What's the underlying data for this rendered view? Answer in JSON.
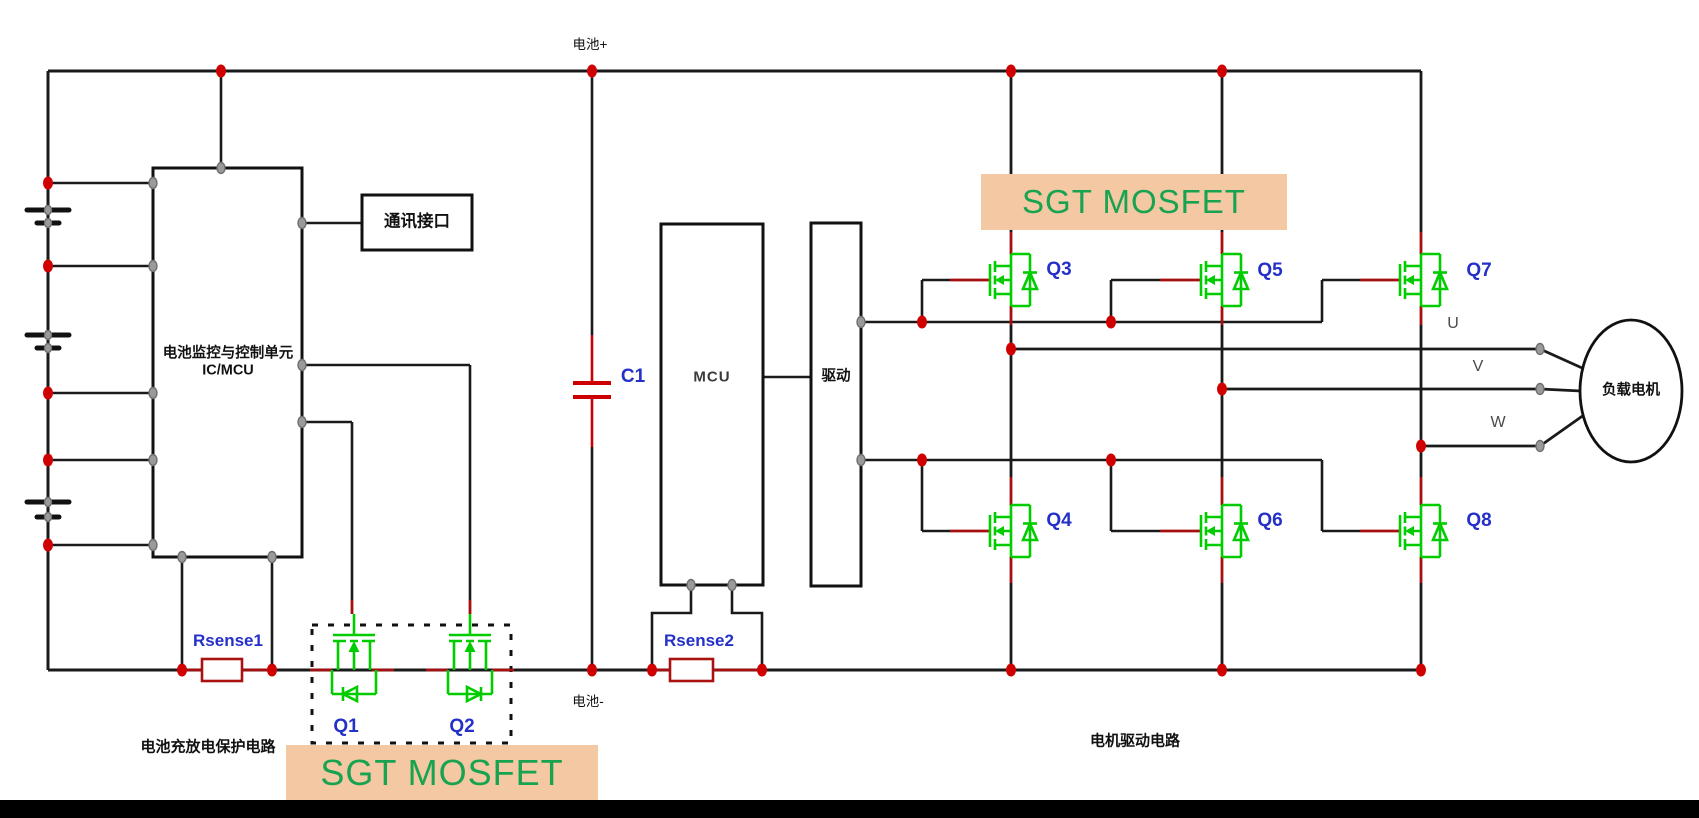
{
  "labels": {
    "battery_plus": "电池+",
    "battery_minus": "电池-",
    "bms_line1": "电池监控与控制单元",
    "bms_line2": "IC/MCU",
    "comm_interface": "通讯接口",
    "rsense1": "Rsense1",
    "rsense2": "Rsense2",
    "c1": "C1",
    "mcu": "MCU",
    "driver": "驱动",
    "motor": "负载电机",
    "phase_u": "U",
    "phase_v": "V",
    "phase_w": "W",
    "q1": "Q1",
    "q2": "Q2",
    "q3": "Q3",
    "q4": "Q4",
    "q5": "Q5",
    "q6": "Q6",
    "q7": "Q7",
    "q8": "Q8",
    "section_left": "电池充放电保护电路",
    "section_right": "电机驱动电路",
    "sgt_top": "SGT MOSFET",
    "sgt_bottom": "SGT MOSFET"
  },
  "colors": {
    "wire_black": "#1a1a1a",
    "wire_red": "#a50f0f",
    "junction_red": "#d10000",
    "pin_gray": "#9a9a9a",
    "mosfet_green": "#00cc00",
    "component_red": "#aa1111",
    "label_blue": "#2430c8",
    "highlight_bg": "#f4c8a2",
    "highlight_text": "#18a351",
    "bottom_bar": "#000000"
  }
}
